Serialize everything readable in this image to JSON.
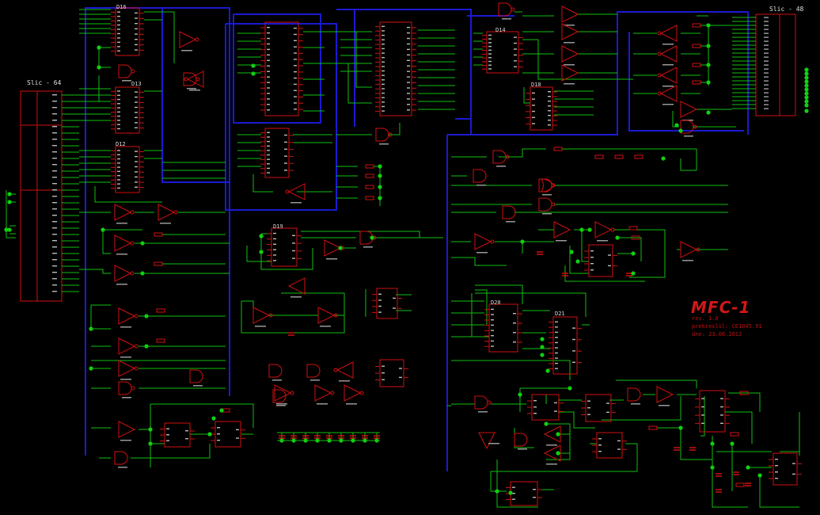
{
  "title_block": {
    "title": "MFC-1",
    "rev": "rev. 1.0",
    "author": "prekreslil: CE1045.91",
    "date": "dne: 23.06.2012"
  },
  "connectors": {
    "left": "Slic - 64",
    "right": "Slic - 48"
  },
  "chip_labels": {
    "u1": "D16",
    "u2": "D13",
    "u3": "D12",
    "u4": "D14",
    "u5": "D18",
    "u6": "D19",
    "u7": "D20",
    "u8": "D21"
  },
  "colors": {
    "background": "#000000",
    "bus": "#1a1ad0",
    "wire": "#10c010",
    "component": "#d01010",
    "junction": "#10d010",
    "text": "#d8d8d8"
  }
}
